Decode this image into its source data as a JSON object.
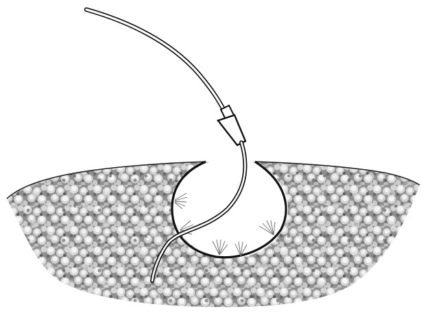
{
  "diagram": {
    "colors": {
      "background": "#ffffff",
      "outline": "#111111",
      "tube_inner": "#ffffff",
      "granule_fill": "#9a9a9a",
      "granule_light": "#e6e6e6",
      "granule_dark": "#4a4a4a",
      "cavity_fill": "#ffffff",
      "marks": "#666666"
    },
    "elements": {
      "tube": "drain-tube",
      "connector": "tube-connector",
      "tissue": "granular-tissue",
      "cavity": "wound-cavity",
      "tube_tip": "tube-tip",
      "marks": "radial-marks"
    }
  }
}
